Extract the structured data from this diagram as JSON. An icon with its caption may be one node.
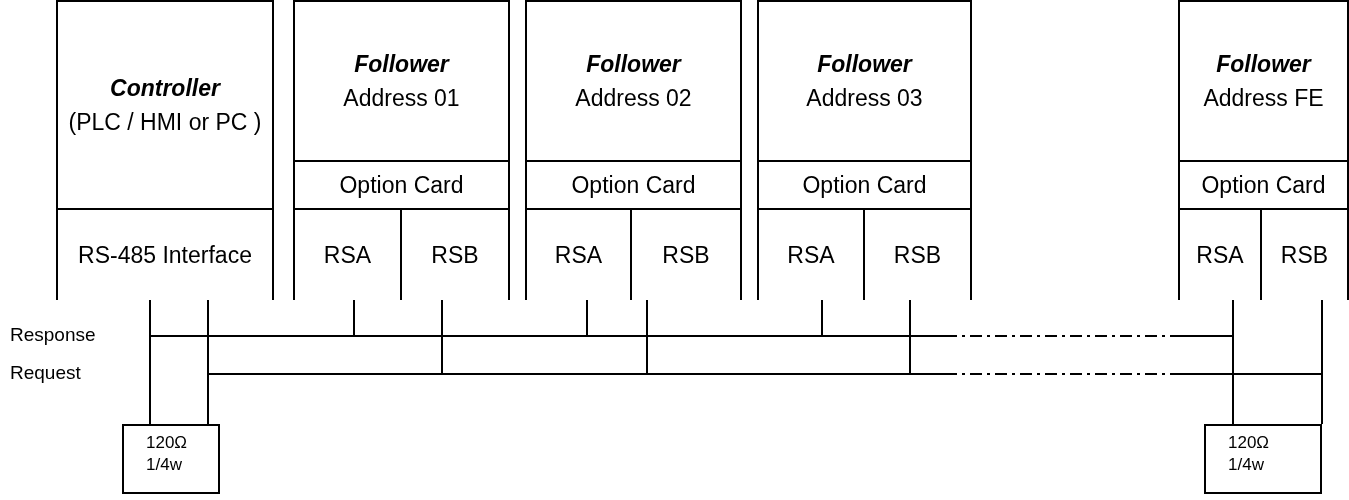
{
  "diagram": {
    "nodes": [
      {
        "text": [
          "Controller",
          "(PLC / HMI or PC )"
        ]
      },
      {
        "text": [
          "RS-485 Interface"
        ],
        "in": 0
      },
      {
        "text": [
          "Follower",
          "Address 01"
        ]
      },
      {
        "text": [
          "Option Card"
        ],
        "in": 2
      },
      {
        "text": [
          "RSA"
        ],
        "in": 3
      },
      {
        "text": [
          "RSB"
        ],
        "in": 3
      },
      {
        "text": [
          "Follower",
          "Address 02"
        ]
      },
      {
        "text": [
          "Option Card"
        ],
        "in": 6
      },
      {
        "text": [
          "RSA"
        ],
        "in": 7
      },
      {
        "text": [
          "RSB"
        ],
        "in": 7
      },
      {
        "text": [
          "Follower",
          "Address 03"
        ]
      },
      {
        "text": [
          "Option Card"
        ],
        "in": 10
      },
      {
        "text": [
          "RSA"
        ],
        "in": 11
      },
      {
        "text": [
          "RSB"
        ],
        "in": 11
      },
      {
        "text": [
          "Follower",
          "Address FE"
        ]
      },
      {
        "text": [
          "Option Card"
        ],
        "in": 14
      },
      {
        "text": [
          "RSA"
        ],
        "in": 15
      },
      {
        "text": [
          "RSB"
        ],
        "in": 15
      },
      {
        "text": [],
        "shape": "bar"
      },
      {
        "text": [],
        "shape": "bar"
      },
      {
        "text": [
          "120Ω 1/4w"
        ]
      },
      {
        "text": [
          "120Ω 1/4w"
        ]
      }
    ],
    "edges": [
      {
        "from": 1,
        "to": 18,
        "arrow": "none"
      },
      {
        "from": 1,
        "to": 19,
        "arrow": "none"
      },
      {
        "from": 4,
        "to": 18,
        "arrow": "none"
      },
      {
        "from": 5,
        "to": 19,
        "arrow": "none"
      },
      {
        "from": 8,
        "to": 18,
        "arrow": "none"
      },
      {
        "from": 9,
        "to": 19,
        "arrow": "none"
      },
      {
        "from": 12,
        "to": 18,
        "arrow": "none"
      },
      {
        "from": 13,
        "to": 19,
        "arrow": "none"
      },
      {
        "from": 16,
        "to": 18,
        "arrow": "none"
      },
      {
        "from": 17,
        "to": 19,
        "arrow": "none"
      },
      {
        "from": 18,
        "to": 20,
        "arrow": "none"
      },
      {
        "from": 19,
        "to": 20,
        "arrow": "none"
      },
      {
        "from": 18,
        "to": 21,
        "arrow": "none"
      },
      {
        "from": 19,
        "to": 21,
        "arrow": "none"
      }
    ],
    "labels": [
      "Response",
      "Request"
    ]
  }
}
